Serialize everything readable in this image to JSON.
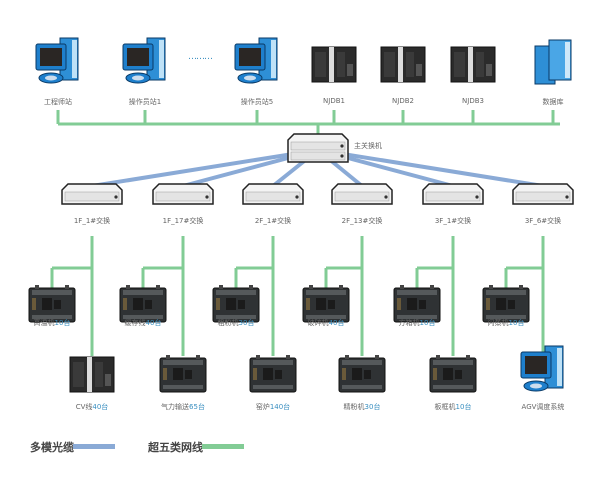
{
  "top_row": [
    {
      "label": "工程师站",
      "type": "computer"
    },
    {
      "label": "操作员站1",
      "type": "computer"
    },
    {
      "label": "操作员站5",
      "type": "computer"
    },
    {
      "label": "NJDB1",
      "type": "controller"
    },
    {
      "label": "NJDB2",
      "type": "controller"
    },
    {
      "label": "NJDB3",
      "type": "controller"
    },
    {
      "label": "数据库",
      "type": "server"
    }
  ],
  "ellipsis": "………",
  "main_switch": {
    "label": "主关换机"
  },
  "switches": [
    {
      "label": "1F_1#交换"
    },
    {
      "label": "1F_17#交换"
    },
    {
      "label": "2F_1#交换"
    },
    {
      "label": "2F_13#交换"
    },
    {
      "label": "3F_1#交换"
    },
    {
      "label": "3F_6#交换"
    }
  ],
  "devices_row1": [
    {
      "name": "高温机",
      "count": "10台",
      "type": "plc"
    },
    {
      "name": "缓存线",
      "count": "40台",
      "type": "plc"
    },
    {
      "name": "粗粉机",
      "count": "30台",
      "type": "plc"
    },
    {
      "name": "破碎机",
      "count": "40台",
      "type": "plc"
    },
    {
      "name": "方箱机",
      "count": "10台",
      "type": "plc"
    },
    {
      "name": "闪蒸机",
      "count": "10台",
      "type": "plc"
    }
  ],
  "devices_row2": [
    {
      "name": "CV线",
      "count": "40台",
      "type": "controller"
    },
    {
      "name": "气力输送",
      "count": "65台",
      "type": "plc"
    },
    {
      "name": "窑炉",
      "count": "140台",
      "type": "plc"
    },
    {
      "name": "精粉机",
      "count": "30台",
      "type": "plc"
    },
    {
      "name": "板框机",
      "count": "10台",
      "type": "plc"
    },
    {
      "name": "AGV调度系统",
      "count": "",
      "type": "computer"
    }
  ],
  "legend": [
    {
      "label": "多模光缆",
      "color": "#8aaad6"
    },
    {
      "label": "超五类网线",
      "color": "#82cc95"
    }
  ],
  "colors": {
    "fiber": "#8aaad6",
    "ethernet": "#82cc95",
    "number": "#3a8fc0"
  }
}
